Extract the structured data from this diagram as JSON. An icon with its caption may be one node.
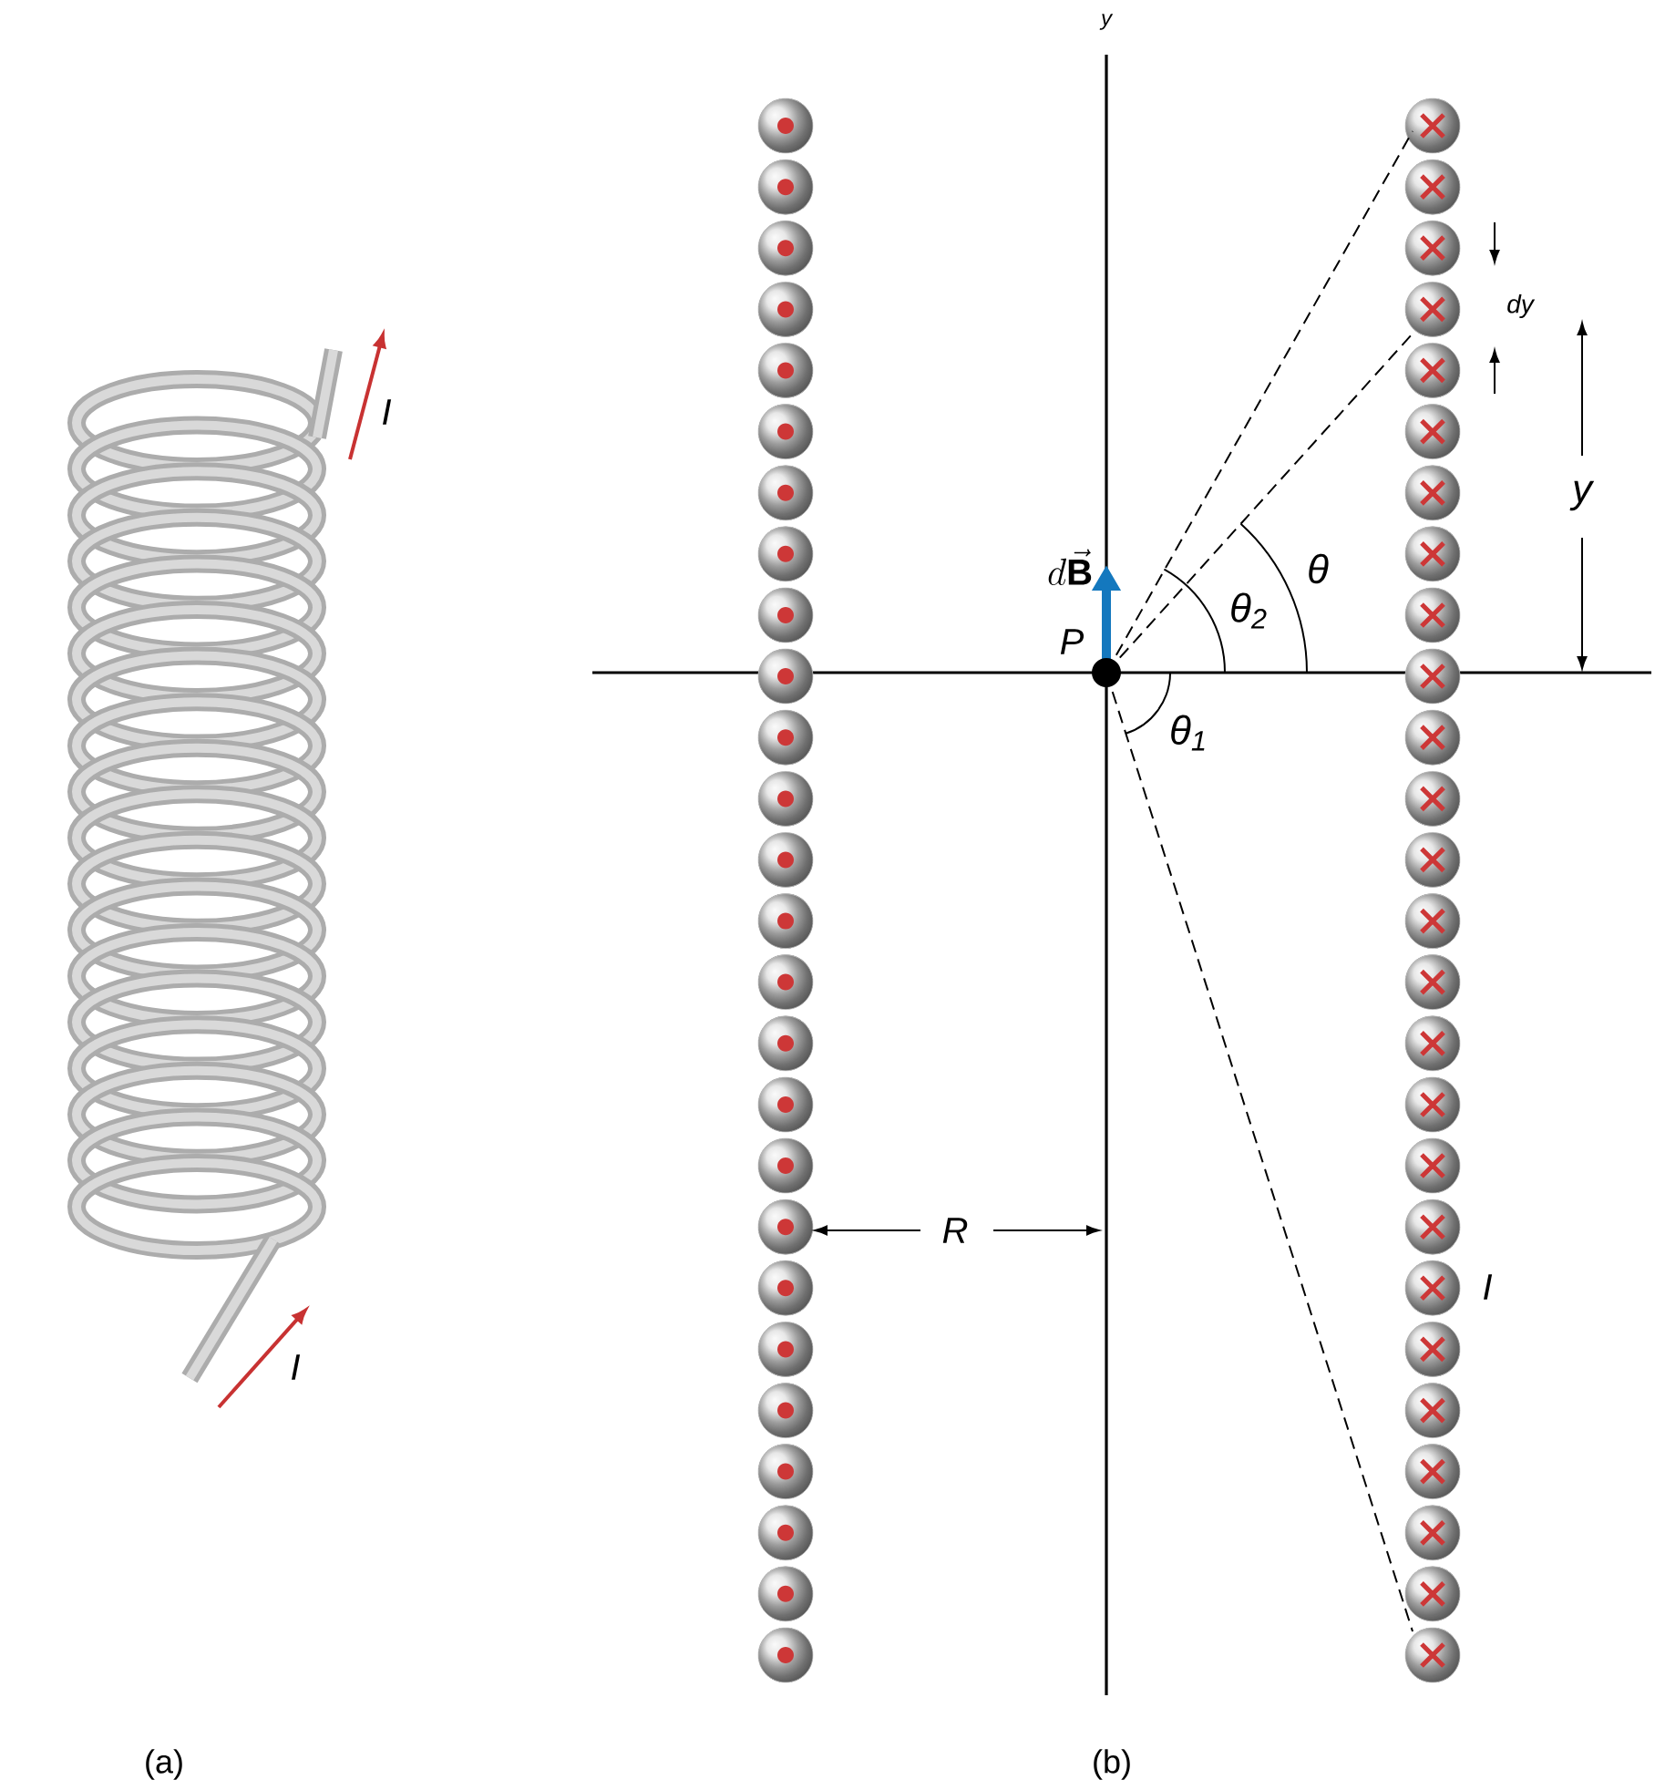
{
  "diagram": {
    "labels": [
      "y",
      "I",
      "dy",
      "y",
      "θ",
      "d\\vec{\\mathbf{B}}",
      "θ$_{2}$",
      "P",
      "θ$_{1}$",
      "R",
      "I",
      "I",
      "(a)",
      "(b)"
    ]
  }
}
